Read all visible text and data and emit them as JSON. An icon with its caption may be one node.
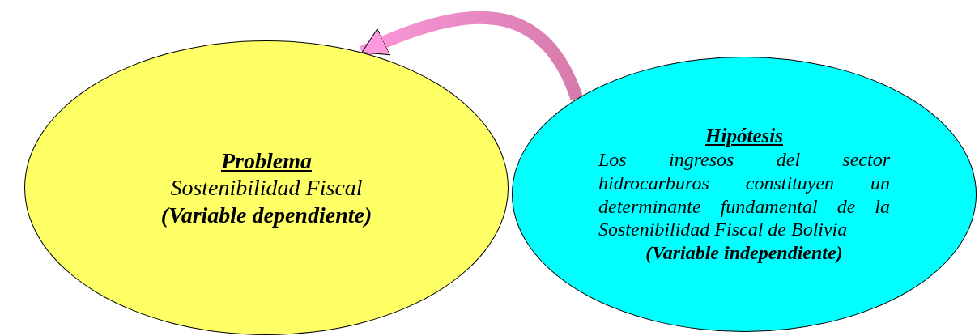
{
  "diagram": {
    "nodes": [
      {
        "text": [
          "Problema",
          "Sostenibilidad Fiscal",
          "(Variable dependiente)"
        ]
      },
      {
        "text": [
          "Hipótesis",
          "Los ingresos del sector hidrocarburos constituyen un determinante fundamental de la Sostenibilidad Fiscal de Bolivia",
          "(Variable independiente)"
        ]
      }
    ],
    "edges": [
      {
        "from": 1,
        "to": 0,
        "arrow": "to"
      }
    ]
  }
}
